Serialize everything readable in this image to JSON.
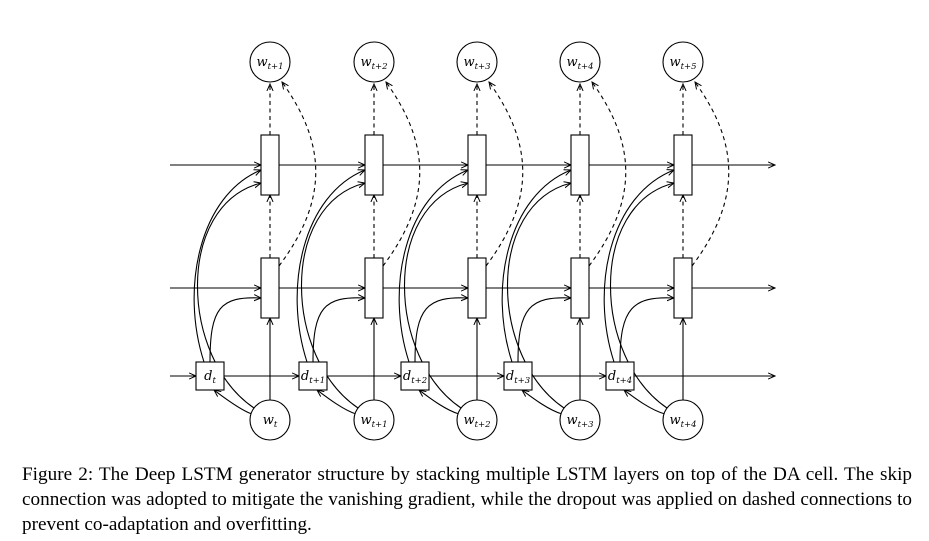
{
  "diagram": {
    "output_nodes": [
      {
        "base": "w",
        "sub": "t+1"
      },
      {
        "base": "w",
        "sub": "t+2"
      },
      {
        "base": "w",
        "sub": "t+3"
      },
      {
        "base": "w",
        "sub": "t+4"
      },
      {
        "base": "w",
        "sub": "t+5"
      }
    ],
    "input_nodes": [
      {
        "base": "w",
        "sub": "t"
      },
      {
        "base": "w",
        "sub": "t+1"
      },
      {
        "base": "w",
        "sub": "t+2"
      },
      {
        "base": "w",
        "sub": "t+3"
      },
      {
        "base": "w",
        "sub": "t+4"
      }
    ],
    "da_cells": [
      {
        "base": "d",
        "sub": "t"
      },
      {
        "base": "d",
        "sub": "t+1"
      },
      {
        "base": "d",
        "sub": "t+2"
      },
      {
        "base": "d",
        "sub": "t+3"
      },
      {
        "base": "d",
        "sub": "t+4"
      }
    ]
  },
  "caption": {
    "text": "Figure 2: The Deep LSTM generator structure by stacking multiple LSTM layers on top of the DA cell. The skip connection was adopted to mitigate the vanishing gradient, while the dropout was applied on dashed connections to prevent co-adaptation and overfitting."
  }
}
